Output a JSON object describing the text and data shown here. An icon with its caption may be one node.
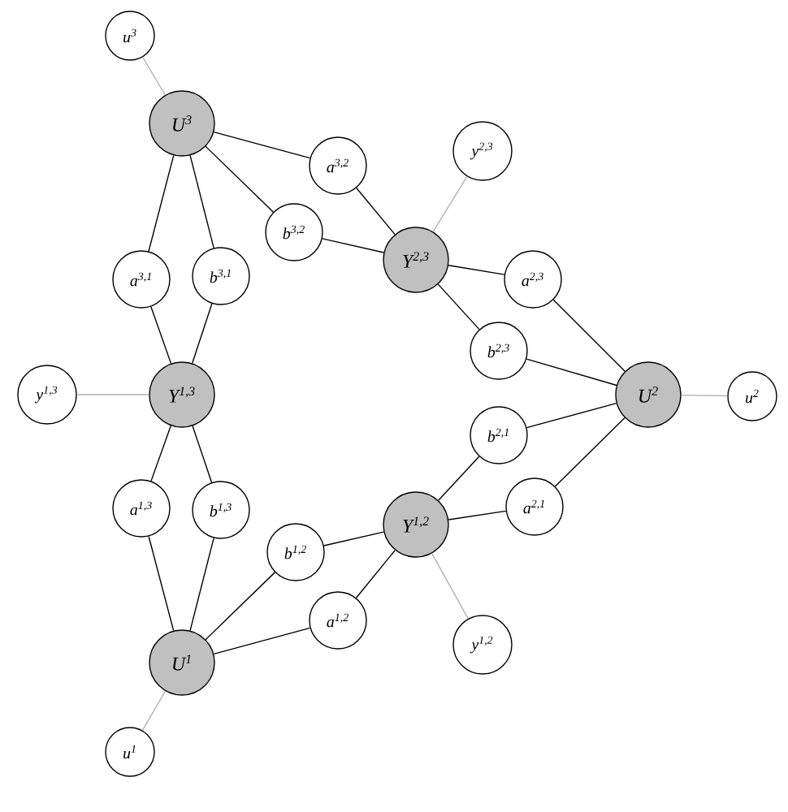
{
  "diagram": {
    "nodes": [
      {
        "text": [
          "u$^{3}$"
        ]
      },
      {
        "text": [
          "U$^{3}$"
        ]
      },
      {
        "text": [
          "y$^{2,3}$"
        ]
      },
      {
        "text": [
          "a$^{3,2}$"
        ]
      },
      {
        "text": [
          "b$^{3,2}$"
        ]
      },
      {
        "text": [
          "Y$^{2,3}$"
        ]
      },
      {
        "text": [
          "a$^{3,1}$"
        ]
      },
      {
        "text": [
          "b$^{3,1}$"
        ]
      },
      {
        "text": [
          "a$^{2,3}$"
        ]
      },
      {
        "text": [
          "b$^{2,3}$"
        ]
      },
      {
        "text": [
          "y$^{1,3}$"
        ]
      },
      {
        "text": [
          "Y$^{1,3}$"
        ]
      },
      {
        "text": [
          "U$^{2}$"
        ]
      },
      {
        "text": [
          "u$^{2}$"
        ]
      },
      {
        "text": [
          "b$^{2,1}$"
        ]
      },
      {
        "text": [
          "a$^{2,1}$"
        ]
      },
      {
        "text": [
          "a$^{1,3}$"
        ]
      },
      {
        "text": [
          "b$^{1,3}$"
        ]
      },
      {
        "text": [
          "Y$^{1,2}$"
        ]
      },
      {
        "text": [
          "b$^{1,2}$"
        ]
      },
      {
        "text": [
          "a$^{1,2}$"
        ]
      },
      {
        "text": [
          "y$^{1,2}$"
        ]
      },
      {
        "text": [
          "U$^{1}$"
        ]
      },
      {
        "text": [
          "u$^{1}$"
        ]
      }
    ],
    "edges": [
      {
        "from": 1,
        "to": 0,
        "arrow": "none",
        "color": "#b3b3b3"
      },
      {
        "from": 1,
        "to": 6,
        "arrow": "none"
      },
      {
        "from": 1,
        "to": 7,
        "arrow": "none"
      },
      {
        "from": 1,
        "to": 3,
        "arrow": "none"
      },
      {
        "from": 1,
        "to": 4,
        "arrow": "none"
      },
      {
        "from": 6,
        "to": 11,
        "arrow": "none"
      },
      {
        "from": 7,
        "to": 11,
        "arrow": "none"
      },
      {
        "from": 11,
        "to": 10,
        "arrow": "none",
        "color": "#b3b3b3"
      },
      {
        "from": 11,
        "to": 16,
        "arrow": "none"
      },
      {
        "from": 11,
        "to": 17,
        "arrow": "none"
      },
      {
        "from": 16,
        "to": 22,
        "arrow": "none"
      },
      {
        "from": 17,
        "to": 22,
        "arrow": "none"
      },
      {
        "from": 22,
        "to": 23,
        "arrow": "none",
        "color": "#b3b3b3"
      },
      {
        "from": 22,
        "to": 19,
        "arrow": "none"
      },
      {
        "from": 22,
        "to": 20,
        "arrow": "none"
      },
      {
        "from": 19,
        "to": 18,
        "arrow": "none"
      },
      {
        "from": 20,
        "to": 18,
        "arrow": "none"
      },
      {
        "from": 18,
        "to": 21,
        "arrow": "none",
        "color": "#b3b3b3"
      },
      {
        "from": 18,
        "to": 14,
        "arrow": "none"
      },
      {
        "from": 18,
        "to": 15,
        "arrow": "none"
      },
      {
        "from": 14,
        "to": 12,
        "arrow": "none"
      },
      {
        "from": 15,
        "to": 12,
        "arrow": "none"
      },
      {
        "from": 12,
        "to": 13,
        "arrow": "none",
        "color": "#b3b3b3"
      },
      {
        "from": 12,
        "to": 8,
        "arrow": "none"
      },
      {
        "from": 12,
        "to": 9,
        "arrow": "none"
      },
      {
        "from": 8,
        "to": 5,
        "arrow": "none"
      },
      {
        "from": 9,
        "to": 5,
        "arrow": "none"
      },
      {
        "from": 5,
        "to": 2,
        "arrow": "none",
        "color": "#b3b3b3"
      },
      {
        "from": 5,
        "to": 3,
        "arrow": "none"
      },
      {
        "from": 5,
        "to": 4,
        "arrow": "none"
      }
    ]
  }
}
